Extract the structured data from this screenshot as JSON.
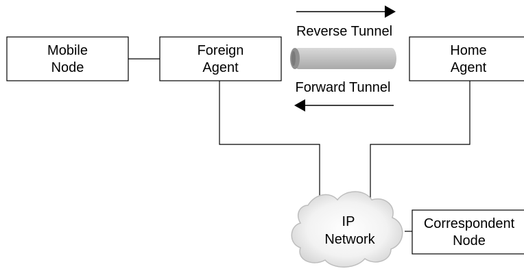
{
  "nodes": {
    "mobile_node": {
      "line1": "Mobile",
      "line2": "Node"
    },
    "foreign_agent": {
      "line1": "Foreign",
      "line2": "Agent"
    },
    "home_agent": {
      "line1": "Home",
      "line2": "Agent"
    },
    "correspondent_node": {
      "line1": "Correspondent",
      "line2": "Node"
    },
    "ip_network": {
      "line1": "IP",
      "line2": "Network"
    }
  },
  "tunnels": {
    "reverse": "Reverse Tunnel",
    "forward": "Forward Tunnel"
  }
}
